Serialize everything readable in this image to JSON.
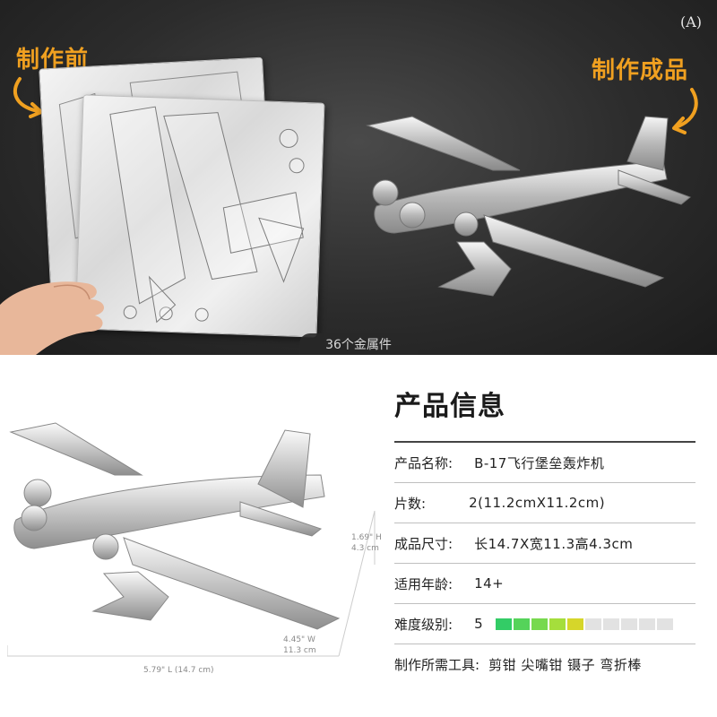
{
  "banner": {
    "before_label": "制作前",
    "after_label": "制作成品",
    "parts_count": "36个金属件",
    "logo_icon": "brand-logo-icon"
  },
  "dimensions": {
    "height_in": "1.69\" H",
    "height_cm": "4.3 cm",
    "width_in": "4.45\" W",
    "width_cm": "11.3 cm",
    "length": "5.79\" L (14.7 cm)"
  },
  "product_info": {
    "title": "产品信息",
    "rows": [
      {
        "label": "产品名称:",
        "value": "B-17飞行堡垒轰炸机"
      },
      {
        "label": "片数:",
        "value": "2(11.2cmX11.2cm)"
      },
      {
        "label": "成品尺寸:",
        "value": "长14.7X宽11.3高4.3cm"
      },
      {
        "label": "适用年龄:",
        "value": "14+"
      },
      {
        "label": "难度级别:",
        "value": "5"
      },
      {
        "label": "制作所需工具:",
        "value": "剪钳 尖嘴钳 镊子 弯折棒"
      }
    ],
    "difficulty": {
      "level": 5,
      "max": 10,
      "colors": [
        "#33cc66",
        "#55d35a",
        "#77d94e",
        "#a5de3c",
        "#d6d62a"
      ],
      "empty_color": "#e2e2e2"
    }
  },
  "colors": {
    "accent": "#f0a020",
    "banner_bg": "#2c2c2c"
  }
}
